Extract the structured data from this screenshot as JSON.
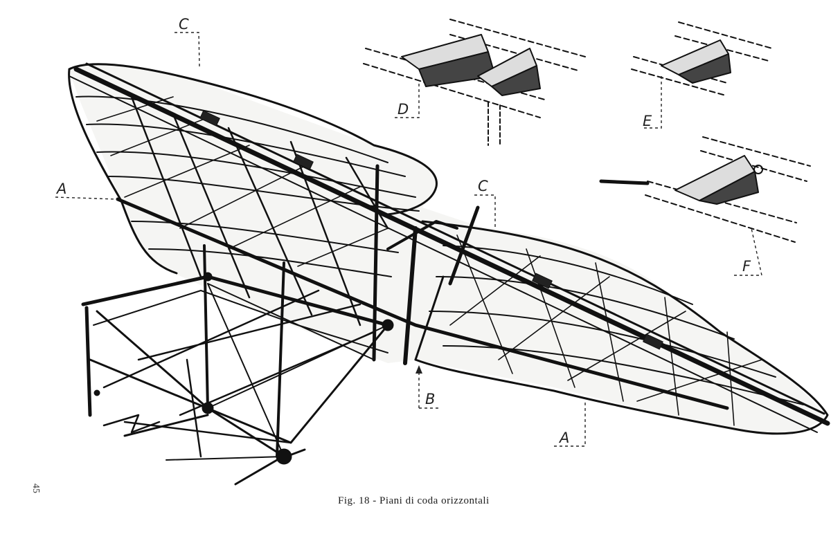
{
  "figure": {
    "caption": "Fig. 18 - Piani di coda orizzontali",
    "page_number": "45",
    "callouts": {
      "A_top": "A",
      "A_bottom": "A",
      "B": "B",
      "C_top": "C",
      "C_mid": "C",
      "D": "D",
      "E": "E",
      "F": "F"
    }
  }
}
